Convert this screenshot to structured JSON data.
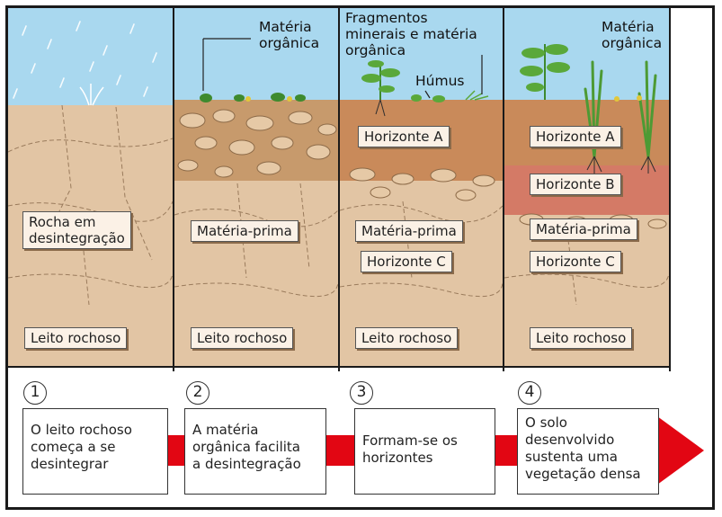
{
  "panels": [
    {
      "labels": {
        "rock_disintegrating": "Rocha em\ndesintegração",
        "bedrock": "Leito rochoso"
      }
    },
    {
      "labels": {
        "organic_matter": "Matéria\norgânica",
        "parent_material": "Matéria-prima",
        "bedrock": "Leito rochoso"
      }
    },
    {
      "labels": {
        "fragments": "Fragmentos\nminerais e matéria\norgânica",
        "humus": "Húmus",
        "horizon_a": "Horizonte A",
        "parent_material": "Matéria-prima",
        "horizon_c": "Horizonte C",
        "bedrock": "Leito rochoso"
      }
    },
    {
      "labels": {
        "organic_matter": "Matéria\norgânica",
        "horizon_a": "Horizonte A",
        "horizon_b": "Horizonte B",
        "parent_material": "Matéria-prima",
        "horizon_c": "Horizonte C",
        "bedrock": "Leito rochoso"
      }
    }
  ],
  "steps": [
    {
      "number": "1",
      "text": "O leito rochoso\ncomeça a se\ndesintegrar"
    },
    {
      "number": "2",
      "text": "A matéria\norgânica facilita\na desintegração"
    },
    {
      "number": "3",
      "text": "Formam-se os\nhorizontes"
    },
    {
      "number": "4",
      "text": "O solo\ndesenvolvido\nsustenta uma\nvegetação densa"
    }
  ],
  "colors": {
    "sky": "#a9d8ef",
    "soil": "#e2c5a4",
    "topsoil": "#c98a5a",
    "horizon_b": "#d47a66",
    "arrow": "#e20613"
  }
}
